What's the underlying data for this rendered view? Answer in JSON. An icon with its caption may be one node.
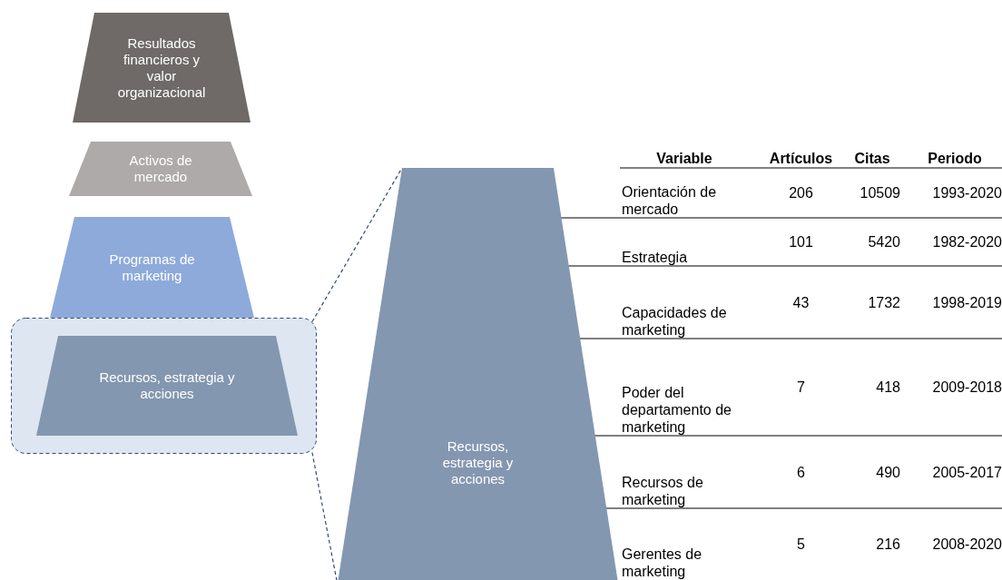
{
  "diagram": {
    "nodes": [
      {
        "text": [
          "Resultados financieros y valor organizacional"
        ]
      },
      {
        "text": [
          "Activos de mercado"
        ]
      },
      {
        "text": [
          "Programas de marketing"
        ]
      },
      {
        "text": [],
        "shape": "box"
      },
      {
        "text": [
          "Recursos, estrategia y acciones"
        ],
        "in": 3
      },
      {
        "text": [
          "Recursos, estrategia y acciones"
        ]
      }
    ],
    "edges": [
      {
        "from": 3,
        "to": 5,
        "arrow": "none",
        "style": "dashed"
      },
      {
        "from": 3,
        "to": 5,
        "arrow": "none",
        "style": "dashed"
      }
    ],
    "labels": [
      "Variable",
      "Artículos",
      "Citas",
      "Periodo",
      "Orientación de mercado",
      "206",
      "10509",
      "1993-2020",
      "Estrategia",
      "101",
      "5420",
      "1982-2020",
      "Capacidades de marketing",
      "43",
      "1732",
      "1998-2019",
      "Poder del departamento de marketing",
      "7",
      "418",
      "2009-2018",
      "Recursos de marketing",
      "6",
      "490",
      "2005-2017",
      "Gerentes de marketing",
      "5",
      "216",
      "2008-2020"
    ]
  }
}
